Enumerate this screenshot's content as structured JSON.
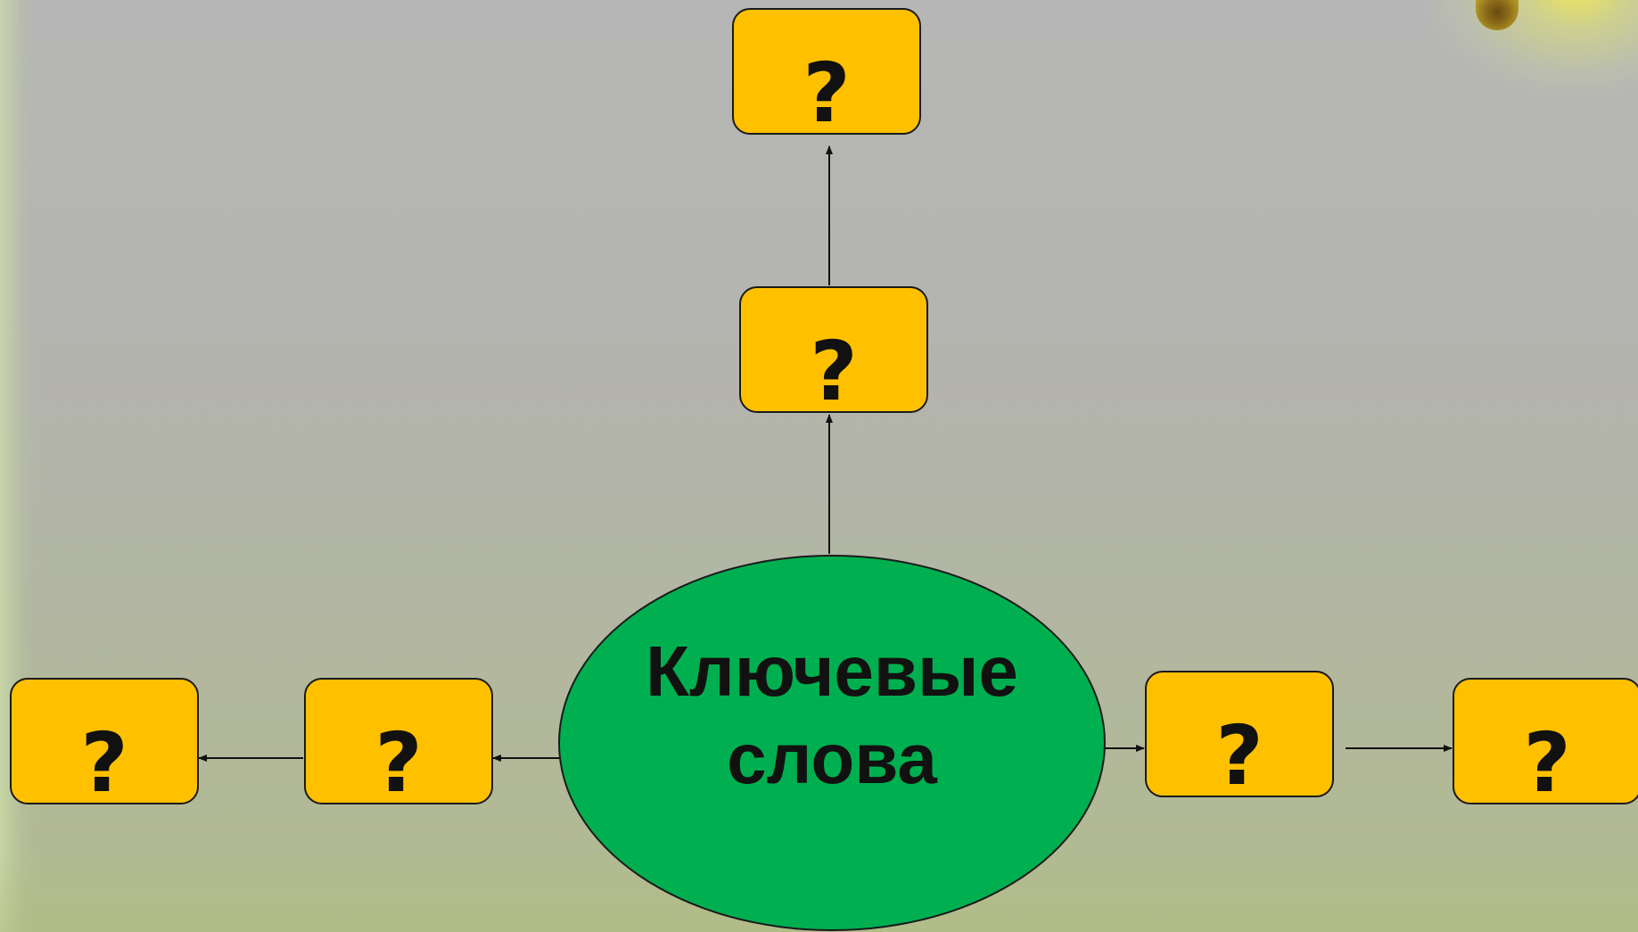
{
  "diagram": {
    "center": {
      "label": "Ключевые слова"
    },
    "nodes": [
      {
        "id": "top",
        "label": "?"
      },
      {
        "id": "upper",
        "label": "?"
      },
      {
        "id": "left_inner",
        "label": "?"
      },
      {
        "id": "left_outer",
        "label": "?"
      },
      {
        "id": "right_inner",
        "label": "?"
      },
      {
        "id": "right_outer",
        "label": "?"
      }
    ],
    "edges": [
      {
        "from": "center",
        "to": "upper"
      },
      {
        "from": "upper",
        "to": "top"
      },
      {
        "from": "center",
        "to": "left_inner"
      },
      {
        "from": "left_inner",
        "to": "left_outer"
      },
      {
        "from": "center",
        "to": "right_inner"
      },
      {
        "from": "right_inner",
        "to": "right_outer"
      }
    ],
    "colors": {
      "node_fill": "#ffc000",
      "center_fill": "#00b050",
      "outline": "#1a1a1a"
    }
  }
}
